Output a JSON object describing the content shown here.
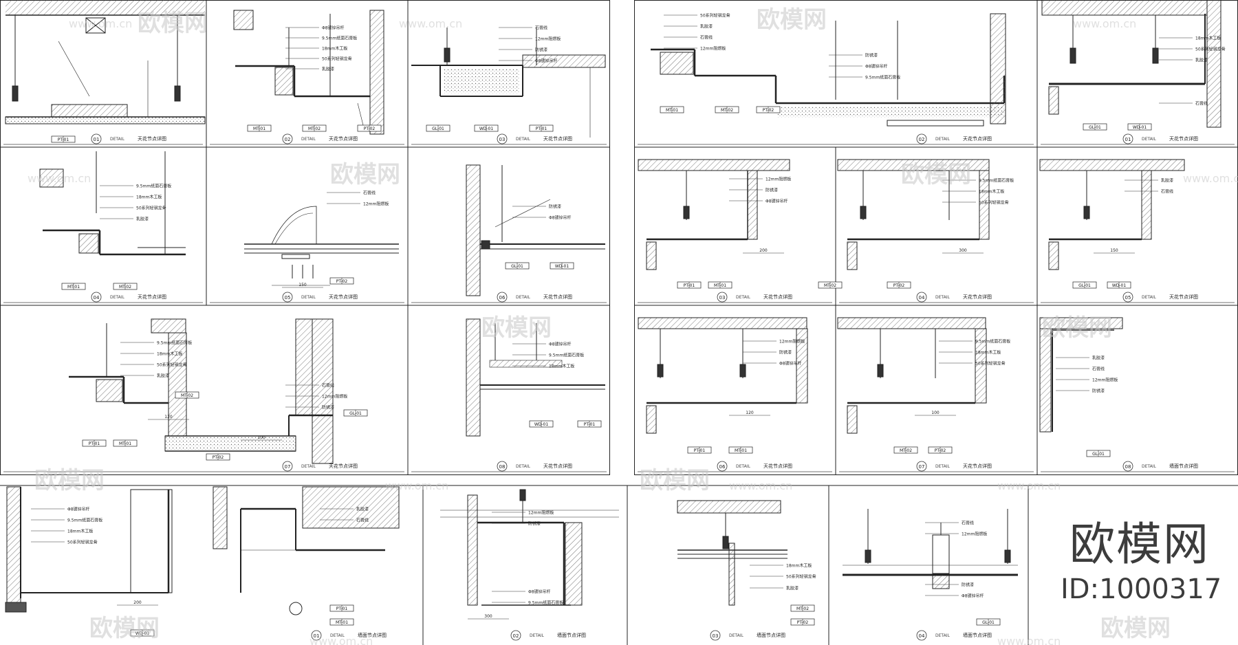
{
  "watermark": {
    "brand": "欧模网",
    "domain": "www.om.cn",
    "id_text": "ID:1000317"
  },
  "sheets": {
    "left": {
      "section_title": "天花节点详图",
      "detail_word": "DETAIL"
    },
    "right": {
      "section_title": "天花节点详图",
      "detail_word": "DETAIL"
    }
  },
  "panels": [
    {
      "num": "01",
      "title": "天花节点详图"
    },
    {
      "num": "02",
      "title": "天花节点详图"
    },
    {
      "num": "03",
      "title": "天花节点详图"
    },
    {
      "num": "04",
      "title": "天花节点详图"
    },
    {
      "num": "05",
      "title": "天花节点详图"
    },
    {
      "num": "06",
      "title": "天花节点详图"
    },
    {
      "num": "07",
      "title": "天花节点详图"
    },
    {
      "num": "08",
      "title": "天花节点详图"
    }
  ],
  "right_panels": [
    {
      "num": "02",
      "title": "天花节点详图"
    },
    {
      "num": "01",
      "title": "天花节点详图"
    },
    {
      "num": "03",
      "title": "天花节点详图"
    },
    {
      "num": "04",
      "title": "天花节点详图"
    },
    {
      "num": "05",
      "title": "天花节点详图"
    },
    {
      "num": "06",
      "title": "天花节点详图"
    },
    {
      "num": "07",
      "title": "天花节点详图"
    },
    {
      "num": "08",
      "title": "墙面节点详图"
    }
  ],
  "bottom_panels": [
    {
      "num": "01",
      "title": "墙面节点详图"
    },
    {
      "num": "02",
      "title": "墙面节点详图"
    },
    {
      "num": "03",
      "title": "墙面节点详图"
    },
    {
      "num": "04",
      "title": "墙面节点详图"
    }
  ],
  "tags": [
    "PT-01",
    "MT-01",
    "MT-02",
    "PT-02",
    "GL-01",
    "WD-01"
  ],
  "labels": [
    "Φ8镀锌吊杆",
    "9.5mm纸面石膏板",
    "18mm木工板",
    "50系列轻钢龙骨",
    "乳胶漆",
    "石膏线",
    "12mm阻燃板",
    "防锈漆"
  ],
  "dims": [
    "150",
    "120",
    "100",
    "200",
    "300"
  ]
}
